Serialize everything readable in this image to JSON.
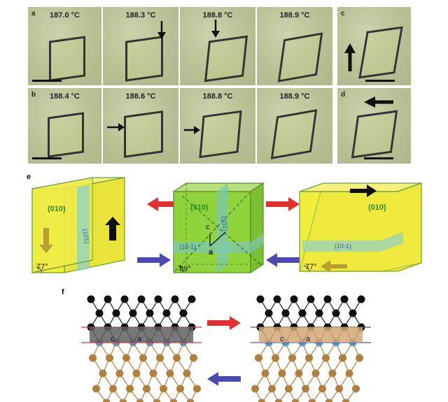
{
  "row1": {
    "label": "a",
    "temps": [
      "187.0 °C",
      "188.3 °C",
      "188.8 °C",
      "188.9 °C"
    ],
    "side_label": "c"
  },
  "row2": {
    "label": "b",
    "temps": [
      "188.4 °C",
      "188.6 °C",
      "188.8 °C",
      "188.9 °C"
    ],
    "side_label": "d"
  },
  "panel_e": {
    "label": "e",
    "face_left": "(010)",
    "face_center": "(010)",
    "face_right": "(010)",
    "plane_vertical": "(101)",
    "plane_horizontal": "(10-1)",
    "plane_horizontal_right": "(10-1)",
    "axis_c": "c",
    "axis_a": "a",
    "angle_left": "77°",
    "angle_center": "89°",
    "angle_right": "77°"
  },
  "panel_f": {
    "label": "f",
    "axis_c_left": "c",
    "axis_a_left": "a",
    "axis_c_right": "c",
    "axis_a_right": "a"
  },
  "colors": {
    "yellow_crystal": "#f2ee3c",
    "green_crystal": "#8fd43a",
    "red_arrow": "#e03030",
    "blue_arrow": "#4a4ab0",
    "black_atom": "#111111",
    "blue_atom": "#3aa0e0",
    "brown_atom": "#b08040"
  }
}
